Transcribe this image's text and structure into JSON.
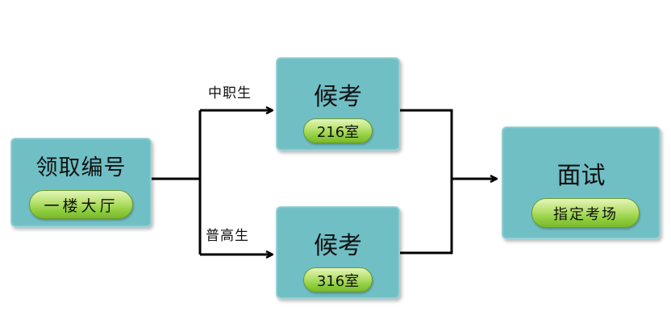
{
  "diagram": {
    "nodes": {
      "start": {
        "title": "领取编号",
        "location": "一楼大厅"
      },
      "wait_vocational": {
        "title": "候考",
        "location": "216室"
      },
      "wait_general": {
        "title": "候考",
        "location": "316室"
      },
      "interview": {
        "title": "面试",
        "location": "指定考场"
      }
    },
    "edges": {
      "vocational_label": "中职生",
      "general_label": "普高生"
    },
    "colors": {
      "box_fill": "#70bfc5",
      "pill_fill": "#8ccc3b",
      "connector": "#000000"
    }
  }
}
